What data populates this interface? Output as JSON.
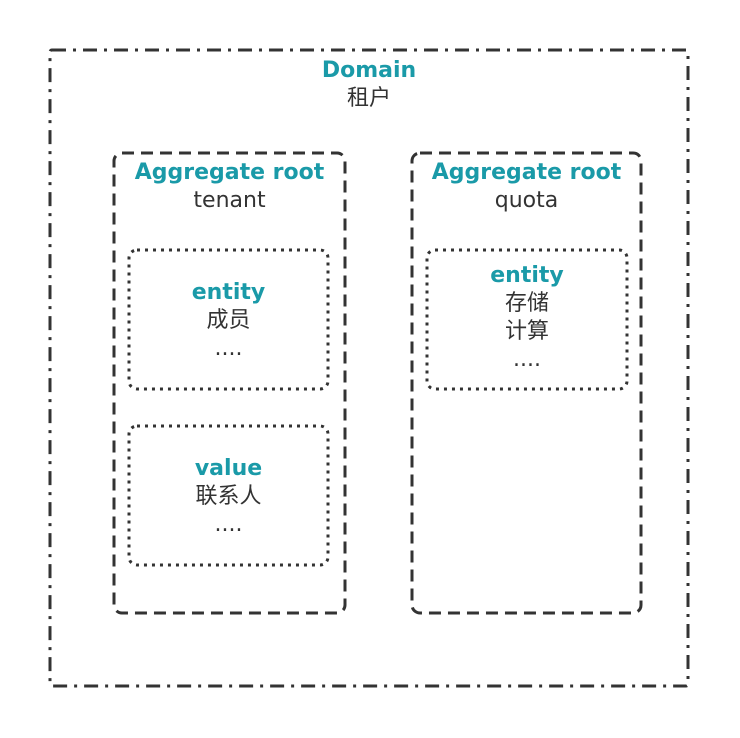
{
  "domain": {
    "keyword": "Domain",
    "name": "租户"
  },
  "aggregates": [
    {
      "keyword": "Aggregate root",
      "name": "tenant",
      "children": [
        {
          "keyword": "entity",
          "lines": [
            "成员",
            "...."
          ]
        },
        {
          "keyword": "value",
          "lines": [
            "联系人",
            "...."
          ]
        }
      ]
    },
    {
      "keyword": "Aggregate root",
      "name": "quota",
      "children": [
        {
          "keyword": "entity",
          "lines": [
            "存储",
            "计算",
            "...."
          ]
        }
      ]
    }
  ],
  "colors": {
    "keyword": "#1a9aa8",
    "text": "#333333",
    "border": "#333333"
  }
}
